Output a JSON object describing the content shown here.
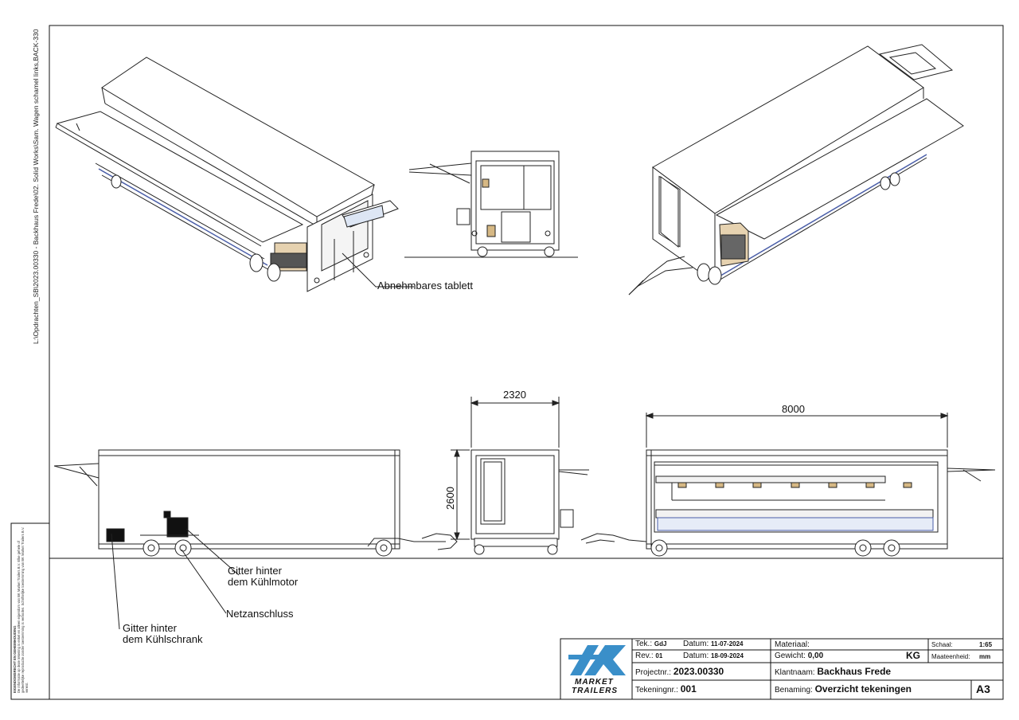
{
  "side_label": {
    "path": "L:\\Opdrachten_SB\\2023.00330 - Backhaus Frede\\02. Solid Works\\Sam. Wagen schamel links,BACK-330"
  },
  "confidential": {
    "title": "EIGENDOMSRECHT EN GEHEIMHOUDING",
    "body": "De informatie op deze tekening is enkel en alleen eigendom van BK Market Trailers B.V. Elke gehele of gedeeltelijke reproductie zonder toestemming is verboden. Schriftelijke toestemming van BK Market Trailers B.V. vereist."
  },
  "annotations": {
    "tray": "Abnehmbares tablett",
    "grille_motor_1": "Gitter hinter",
    "grille_motor_2": "dem Kühlmotor",
    "power": "Netzanschluss",
    "grille_fridge_1": "Gitter hinter",
    "grille_fridge_2": "dem Kühlschrank"
  },
  "dimensions": {
    "width": "2320",
    "height": "2600",
    "length": "8000"
  },
  "title_block": {
    "drawn_label": "Tek.:",
    "drawn_value": "GdJ",
    "date_label": "Datum:",
    "date_value": "11-07-2024",
    "rev_label": "Rev.:",
    "rev_value": "01",
    "rev_date_label": "Datum:",
    "rev_date_value": "18-09-2024",
    "project_label": "Projectnr.:",
    "project_value": "2023.00330",
    "drawing_label": "Tekeningnr.:",
    "drawing_value": "001",
    "material_label": "Materiaal:",
    "material_value": "",
    "weight_label": "Gewicht:",
    "weight_value": "0,00",
    "weight_unit": "KG",
    "scale_label": "Schaal:",
    "scale_value": "1:65",
    "unit_label": "Maateenheid:",
    "unit_value": "mm",
    "client_label": "Klantnaam:",
    "client_value": "Backhaus Frede",
    "name_label": "Benaming:",
    "name_value": "Overzicht tekeningen",
    "format": "A3"
  },
  "logo": {
    "mark": "BK",
    "line1": "MARKET",
    "line2": "TRAILERS"
  }
}
